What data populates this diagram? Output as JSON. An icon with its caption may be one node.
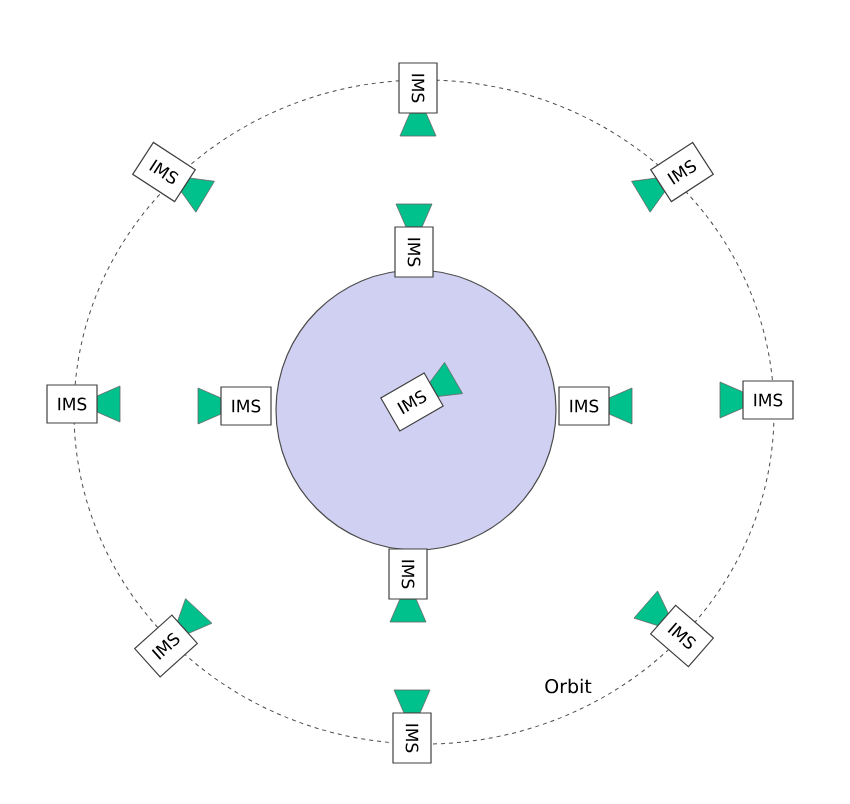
{
  "diagram": {
    "nodes": [
      {
        "text": [],
        "shape": "circle"
      },
      {
        "text": [
          "IMS"
        ]
      },
      {
        "text": [
          "IMS"
        ]
      },
      {
        "text": [
          "IMS"
        ]
      },
      {
        "text": [
          "IMS"
        ],
        "in": 0
      },
      {
        "text": [],
        "shape": "circle",
        "in": 0
      },
      {
        "text": [
          "IMS"
        ],
        "in": 5
      },
      {
        "text": [
          "IMS"
        ]
      },
      {
        "text": [
          "IMS"
        ],
        "in": 0
      },
      {
        "text": [
          "IMS"
        ],
        "in": 0
      },
      {
        "text": [
          "IMS"
        ]
      },
      {
        "text": [
          "IMS"
        ],
        "in": 0
      },
      {
        "text": [
          "IMS"
        ]
      },
      {
        "text": [
          "IMS"
        ]
      },
      {
        "text": [
          "IMS"
        ]
      }
    ],
    "labels": [
      "Orbit"
    ]
  }
}
